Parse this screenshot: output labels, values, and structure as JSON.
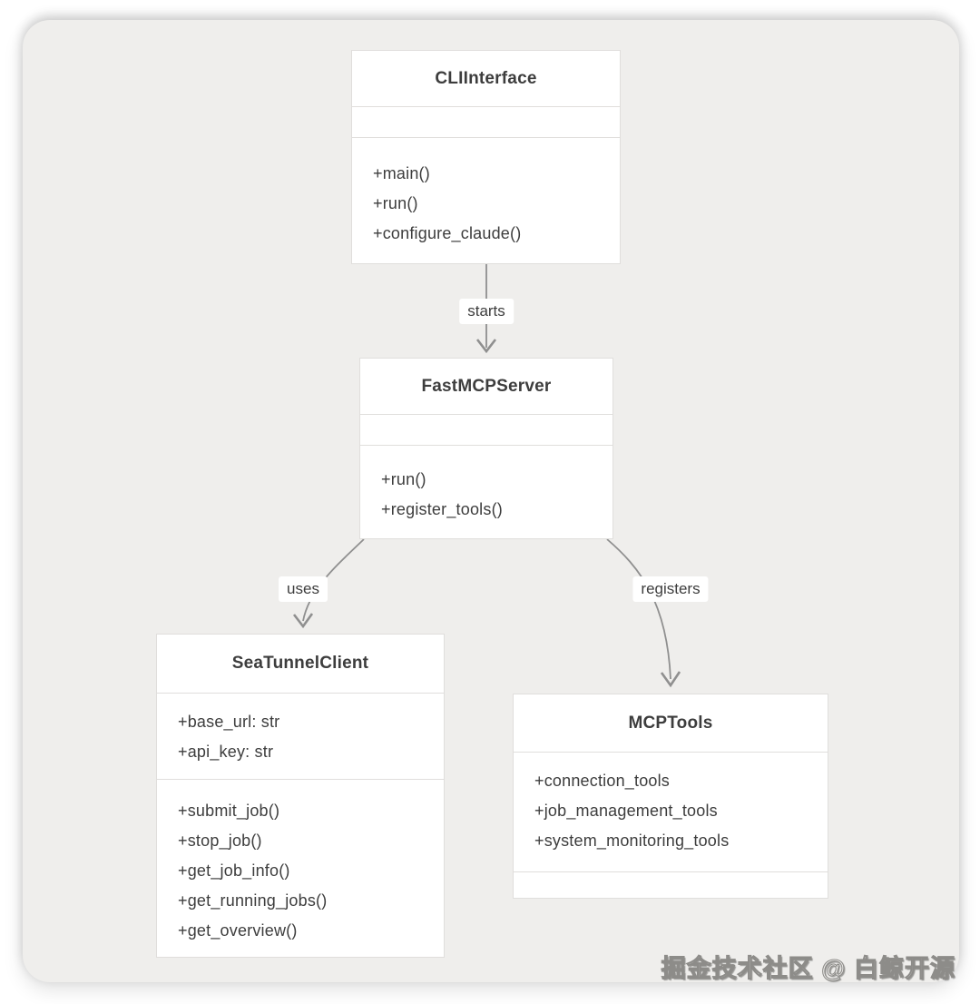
{
  "diagram": {
    "type": "uml-class-diagram",
    "classes": [
      {
        "name": "CLIInterface",
        "attributes": [],
        "methods": [
          "+main()",
          "+run()",
          "+configure_claude()"
        ]
      },
      {
        "name": "FastMCPServer",
        "attributes": [],
        "methods": [
          "+run()",
          "+register_tools()"
        ]
      },
      {
        "name": "SeaTunnelClient",
        "attributes": [
          "+base_url: str",
          "+api_key: str"
        ],
        "methods": [
          "+submit_job()",
          "+stop_job()",
          "+get_job_info()",
          "+get_running_jobs()",
          "+get_overview()"
        ]
      },
      {
        "name": "MCPTools",
        "attributes": [
          "+connection_tools",
          "+job_management_tools",
          "+system_monitoring_tools"
        ],
        "methods": []
      }
    ],
    "edges": [
      {
        "from": "CLIInterface",
        "to": "FastMCPServer",
        "label": "starts"
      },
      {
        "from": "FastMCPServer",
        "to": "SeaTunnelClient",
        "label": "uses"
      },
      {
        "from": "FastMCPServer",
        "to": "MCPTools",
        "label": "registers"
      }
    ]
  },
  "watermark": "掘金技术社区 @ 白鲸开源",
  "colors": {
    "canvas_bg": "#efeeec",
    "box_bg": "#ffffff",
    "box_border": "#e0dedc",
    "edge_line": "#8f8f8f",
    "text": "#3d3d3d"
  }
}
